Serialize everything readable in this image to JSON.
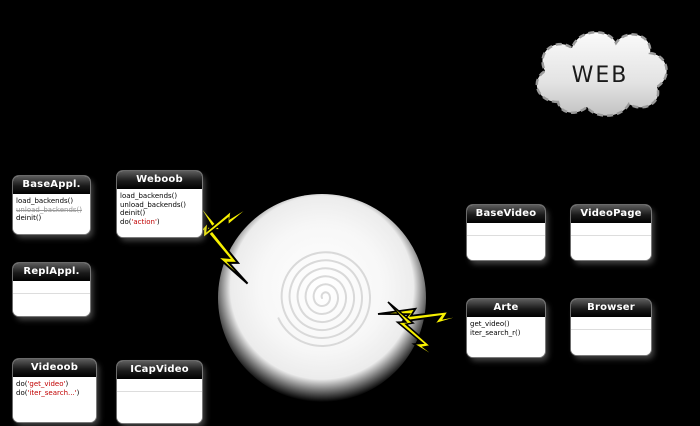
{
  "cloud": {
    "label": "WEB"
  },
  "classes": {
    "baseappl": {
      "title": "BaseAppl.",
      "methods": [
        {
          "pre": "load_backends()"
        },
        {
          "pre": "unload_backends()"
        },
        {
          "pre": "deinit()"
        }
      ]
    },
    "weboob": {
      "title": "Weboob",
      "methods": [
        {
          "pre": "load_backends()"
        },
        {
          "pre": "unload_backends()"
        },
        {
          "pre": "deinit()"
        },
        {
          "pre": "do(",
          "red": "'action'",
          "post": ")"
        }
      ]
    },
    "replappl": {
      "title": "ReplAppl.",
      "methods": []
    },
    "videoob": {
      "title": "Videoob",
      "methods": [
        {
          "pre": "do(",
          "red": "'get_video'",
          "post": ")"
        },
        {
          "pre": "do(",
          "red": "'iter_search...'",
          "post": ")"
        }
      ]
    },
    "icapvideo": {
      "title": "ICapVideo",
      "methods": []
    },
    "basevideo": {
      "title": "BaseVideo",
      "methods": []
    },
    "videopage": {
      "title": "VideoPage",
      "methods": []
    },
    "arte": {
      "title": "Arte",
      "methods": [
        {
          "pre": "get_video()"
        },
        {
          "pre": "iter_search_r()"
        }
      ]
    },
    "browser": {
      "title": "Browser",
      "methods": []
    }
  },
  "colors": {
    "background": "#000000",
    "title_bar": "#000000",
    "title_text": "#ffffff",
    "method_text": "#000000",
    "method_highlight_red": "#c00000",
    "muted_method": "#999999",
    "bolt_yellow": "#f7f000",
    "spiral_stroke": "#d9d9d9",
    "cloud_fill": "#d6d6d6"
  }
}
